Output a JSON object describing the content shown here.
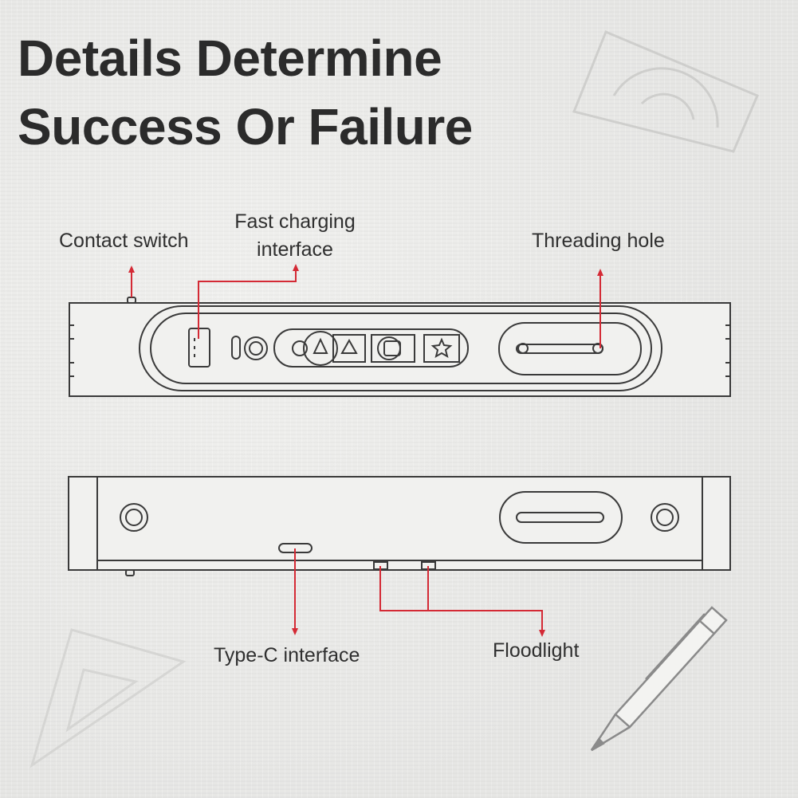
{
  "headline": {
    "line1": "Details Determine",
    "line2": "Success Or Failure"
  },
  "callouts": {
    "contact_switch": "Contact switch",
    "fast_charging_line1": "Fast charging",
    "fast_charging_line2": "interface",
    "threading_hole": "Threading hole",
    "type_c": "Type-C interface",
    "floodlight": "Floodlight"
  },
  "colors": {
    "leader_line": "#d42a35",
    "outline": "#3a3a3a",
    "text": "#2b2b2b"
  }
}
